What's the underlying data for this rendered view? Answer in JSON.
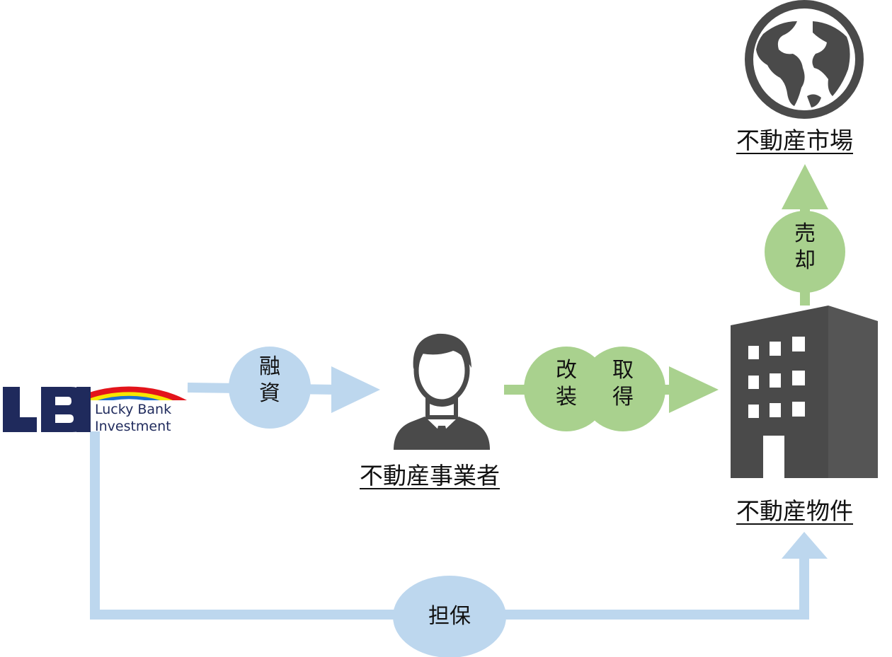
{
  "logo": {
    "mark": "LBI",
    "line1": "Lucky Bank",
    "line2": "Investment"
  },
  "nodes": {
    "operator": "不動産事業者",
    "property": "不動産物件",
    "market": "不動産市場"
  },
  "flows": {
    "loan": [
      "融",
      "資"
    ],
    "renovate": [
      "改",
      "装"
    ],
    "acquire": [
      "取",
      "得"
    ],
    "sell": [
      "売",
      "却"
    ],
    "collateral": "担保"
  },
  "colors": {
    "blue_flow": "#bdd7ee",
    "green_flow": "#a9d18e",
    "icon_dark": "#4a4a4a",
    "logo_navy": "#1f2a5c",
    "logo_red": "#e3141b",
    "logo_yellow": "#f7e600",
    "logo_blue": "#1b6fd0"
  },
  "icons": [
    "person-icon",
    "building-icon",
    "globe-icon"
  ]
}
